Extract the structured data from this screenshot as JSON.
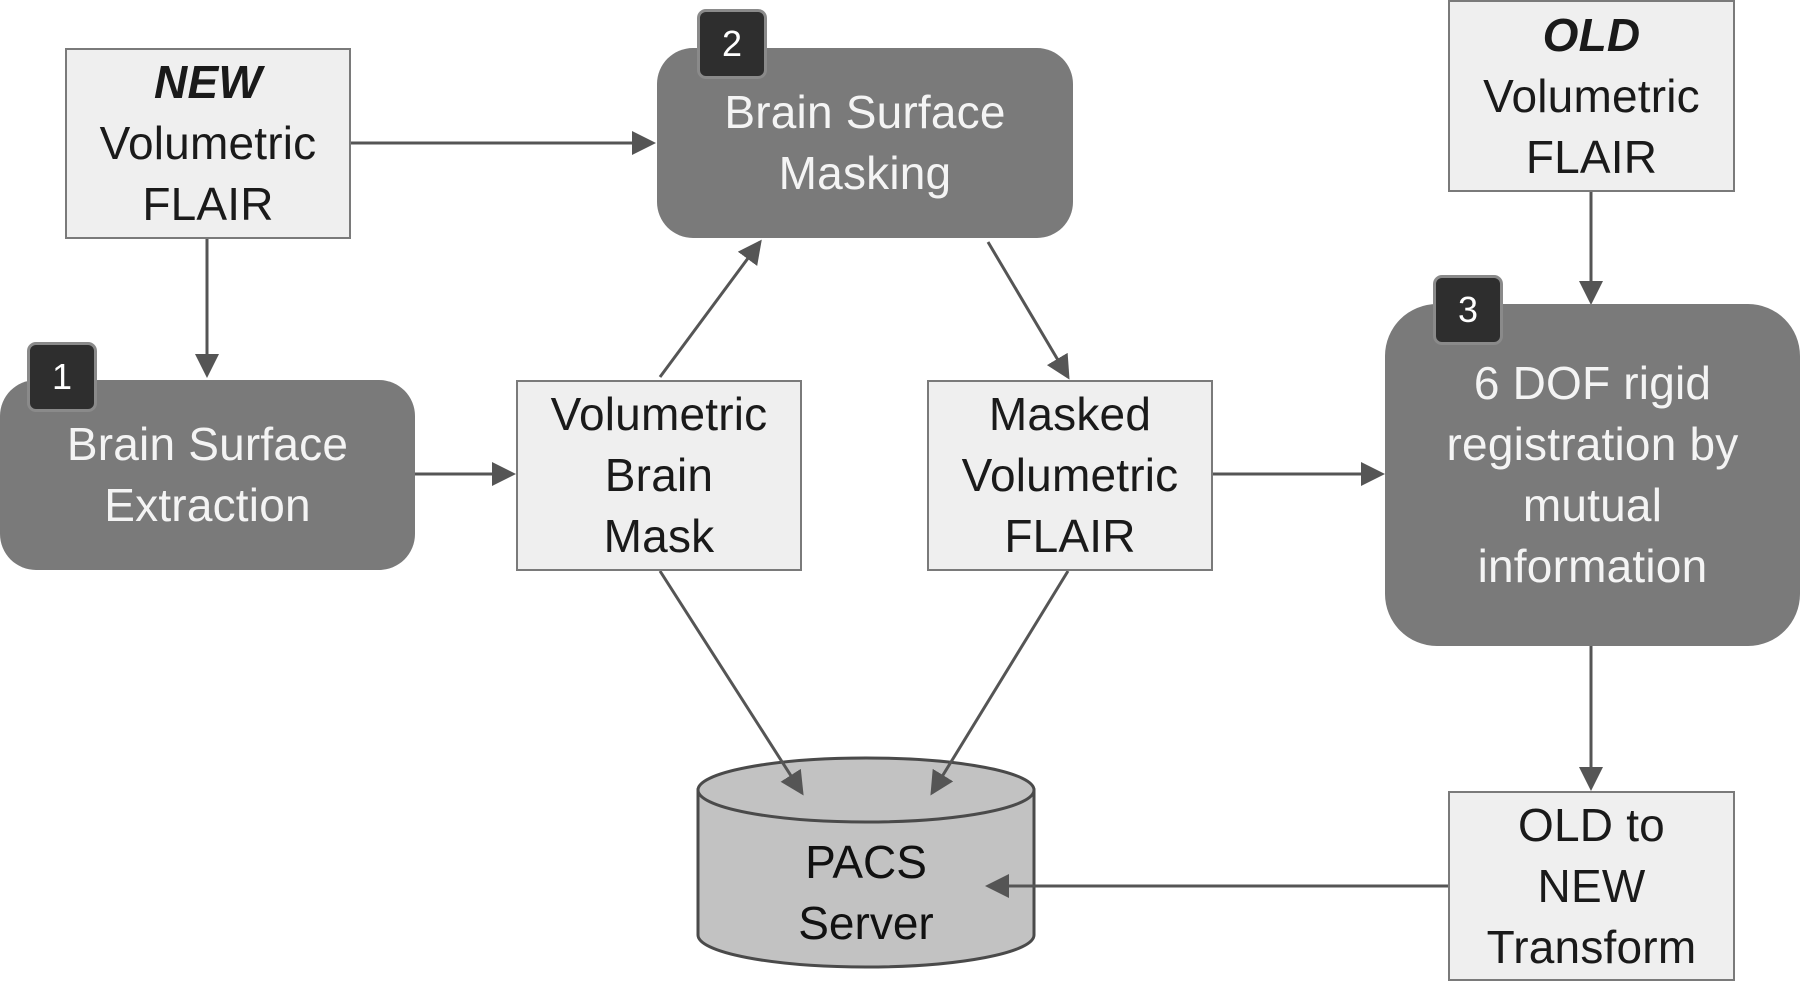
{
  "diagram": {
    "nodes": {
      "new_flair": {
        "lines": [
          "NEW",
          "Volumetric",
          "FLAIR"
        ]
      },
      "old_flair": {
        "lines": [
          "OLD",
          "Volumetric",
          "FLAIR"
        ]
      },
      "brain_surface_extraction": {
        "step": "1",
        "lines": [
          "Brain Surface",
          "Extraction"
        ]
      },
      "brain_surface_masking": {
        "step": "2",
        "lines": [
          "Brain Surface",
          "Masking"
        ]
      },
      "rigid_registration": {
        "step": "3",
        "lines": [
          "6 DOF rigid",
          "registration by",
          "mutual",
          "information"
        ]
      },
      "volumetric_brain_mask": {
        "lines": [
          "Volumetric",
          "Brain",
          "Mask"
        ]
      },
      "masked_volumetric_flair": {
        "lines": [
          "Masked",
          "Volumetric",
          "FLAIR"
        ]
      },
      "old_to_new_transform": {
        "lines": [
          "OLD to",
          "NEW",
          "Transform"
        ]
      },
      "pacs_server": {
        "lines": [
          "PACS",
          "Server"
        ]
      }
    },
    "edges": [
      {
        "from": "NEW Volumetric FLAIR",
        "to": "Brain Surface Masking"
      },
      {
        "from": "NEW Volumetric FLAIR",
        "to": "Brain Surface Extraction"
      },
      {
        "from": "Brain Surface Extraction",
        "to": "Volumetric Brain Mask"
      },
      {
        "from": "Volumetric Brain Mask",
        "to": "Brain Surface Masking"
      },
      {
        "from": "Brain Surface Masking",
        "to": "Masked Volumetric FLAIR"
      },
      {
        "from": "Masked Volumetric FLAIR",
        "to": "6 DOF rigid registration by mutual information"
      },
      {
        "from": "OLD Volumetric FLAIR",
        "to": "6 DOF rigid registration by mutual information"
      },
      {
        "from": "6 DOF rigid registration by mutual information",
        "to": "OLD to NEW Transform"
      },
      {
        "from": "OLD to NEW Transform",
        "to": "PACS Server"
      },
      {
        "from": "Volumetric Brain Mask",
        "to": "PACS Server"
      },
      {
        "from": "Masked Volumetric FLAIR",
        "to": "PACS Server"
      }
    ],
    "colors": {
      "data_box_fill": "#efefef",
      "data_box_border": "#7a7a7a",
      "process_fill": "#7a7a7a",
      "process_text": "#f4f4f4",
      "badge_fill": "#2e2e2e",
      "arrow": "#555555",
      "database_fill": "#c2c2c2"
    }
  }
}
